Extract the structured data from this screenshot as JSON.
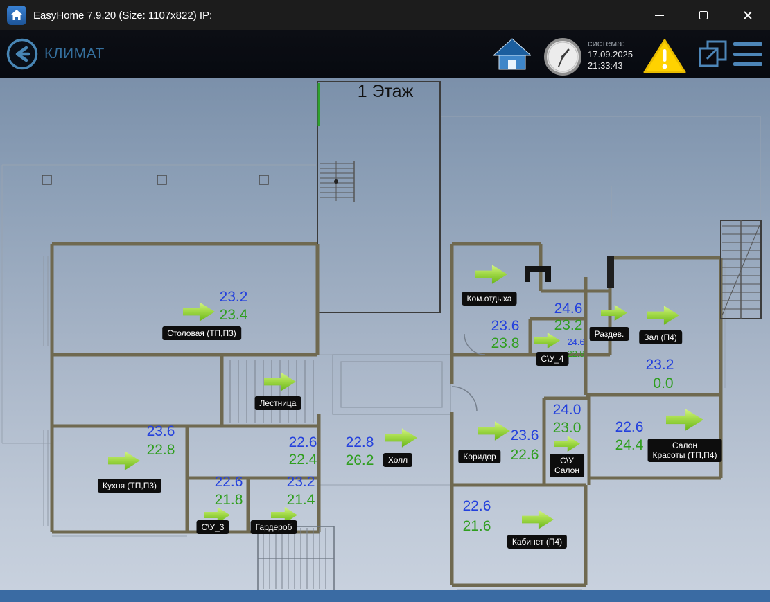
{
  "window": {
    "title": "EasyHome 7.9.20 (Size: 1107x822) IP:"
  },
  "header": {
    "nav_title": "КЛИМАТ",
    "system_label": "система:",
    "system_date": "17.09.2025",
    "system_time": "21:33:43"
  },
  "plan": {
    "floor_title": "1 Этаж"
  },
  "colors": {
    "value_blue": "#2340dd",
    "value_green": "#2f9e1e",
    "accent_blue": "#4d86b8",
    "warning_yellow": "#ffd200",
    "footer_blue": "#3a6ba3"
  },
  "icons": {
    "titlebar": [
      "app-icon",
      "minimize-icon",
      "maximize-icon",
      "close-icon"
    ],
    "header": [
      "back-icon",
      "home-icon",
      "clock-icon",
      "warning-icon",
      "external-link-icon",
      "menu-icon"
    ],
    "plan": [
      "flow-arrow-icon"
    ]
  },
  "rooms": [
    {
      "label": "Столовая (ТП,П3)",
      "blue": "23.2",
      "green": "23.4"
    },
    {
      "label": "Лестница"
    },
    {
      "label": "Кухня (ТП,П3)",
      "blue": "23.6",
      "green": "22.8"
    },
    {
      "label": "С\\У_3",
      "blue": "22.6",
      "green": "21.8"
    },
    {
      "label": "Гардероб",
      "blue": "23.2",
      "green": "21.4"
    },
    {
      "label": "Холл",
      "blue": "22.8",
      "green": "26.2"
    },
    {
      "blue": "22.6",
      "green": "22.4"
    },
    {
      "label": "Ком.отдыха"
    },
    {
      "label": "С\\У_4",
      "blue": "23.6",
      "green": "23.8"
    },
    {
      "blue": "24.6",
      "green": "22.8"
    },
    {
      "label": "Раздев.",
      "blue": "24.6",
      "green": "23.2"
    },
    {
      "label": "Зал (П4)",
      "blue": "23.2",
      "green": "0.0"
    },
    {
      "label": "Коридор",
      "blue": "23.6",
      "green": "22.6"
    },
    {
      "label": "С\\У\nСалон",
      "blue": "24.0",
      "green": "23.0"
    },
    {
      "label": "Салон\nКрасоты (ТП,П4)",
      "blue": "22.6",
      "green": "24.4"
    },
    {
      "label": "Кабинет (П4)",
      "blue": "22.6",
      "green": "21.6"
    }
  ]
}
